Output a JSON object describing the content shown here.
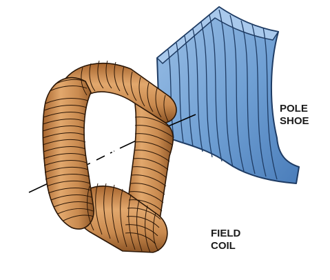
{
  "labels": {
    "pole_shoe": [
      "POLE",
      "SHOE"
    ],
    "field_coil": [
      "FIELD",
      "COIL"
    ]
  },
  "colors": {
    "pole_shoe_face": "#6f9fd3",
    "pole_shoe_side": "#4f82bd",
    "pole_shoe_lines": "#1e3b63",
    "coil_fill": "#c98a4f",
    "coil_shadow": "#9a5f2f",
    "coil_winding": "#2b1606",
    "axis_line": "#000000"
  }
}
